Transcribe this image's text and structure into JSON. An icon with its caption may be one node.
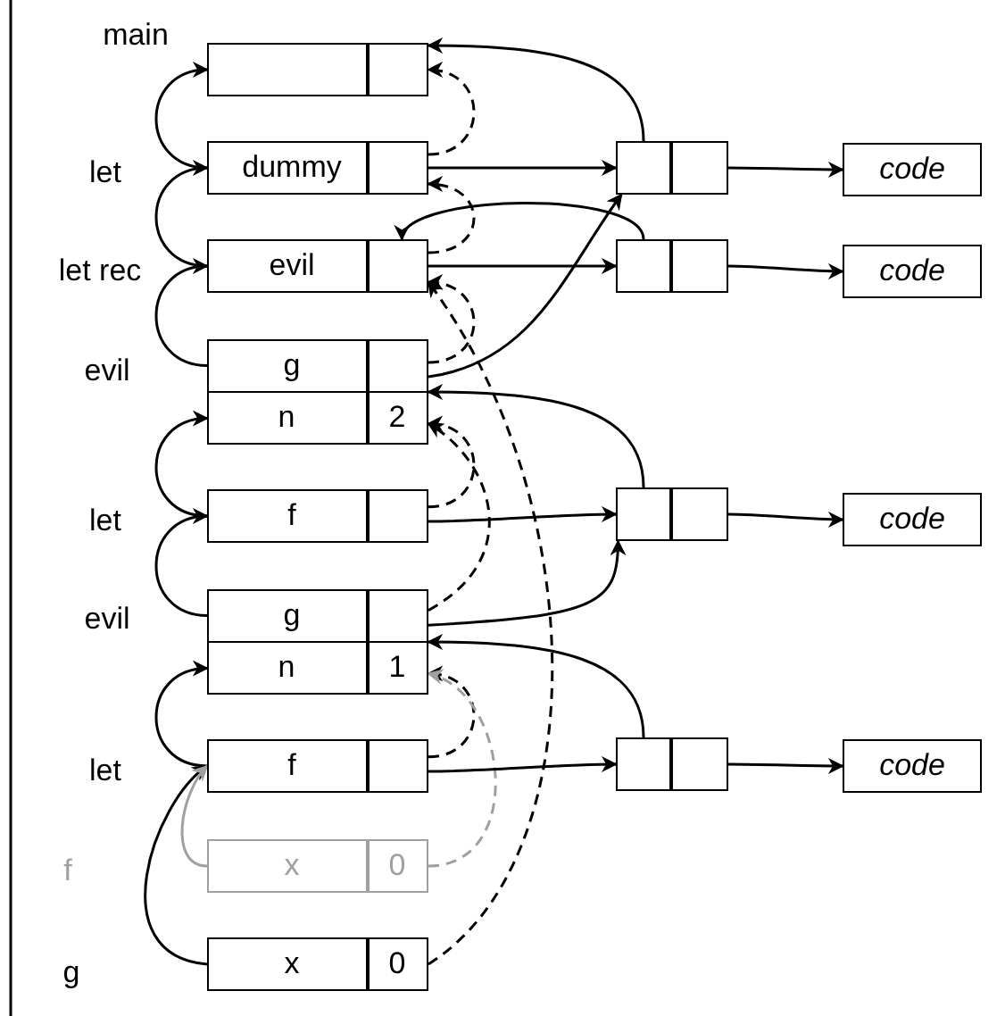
{
  "diagram": {
    "nodes": [
      {
        "text": [],
        "shape": "box",
        "beside": [
          "main"
        ]
      },
      {
        "text": [],
        "shape": "box",
        "in": 0
      },
      {
        "text": [],
        "shape": "box",
        "in": 0
      },
      {
        "text": [],
        "shape": "box",
        "beside": [
          "let"
        ]
      },
      {
        "text": [
          "dummy"
        ],
        "in": 3
      },
      {
        "text": [],
        "shape": "box",
        "in": 3
      },
      {
        "text": [],
        "shape": "box",
        "beside": [
          "let rec"
        ]
      },
      {
        "text": [
          "evil"
        ],
        "in": 6
      },
      {
        "text": [],
        "shape": "box",
        "in": 6
      },
      {
        "text": [],
        "shape": "box",
        "beside": [
          "evil"
        ]
      },
      {
        "text": [
          "g"
        ],
        "in": 9
      },
      {
        "text": [],
        "shape": "box",
        "in": 9
      },
      {
        "text": [
          "n"
        ],
        "in": 9
      },
      {
        "text": [
          "2"
        ],
        "in": 9
      },
      {
        "text": [],
        "shape": "box",
        "beside": [
          "let"
        ]
      },
      {
        "text": [
          "f"
        ],
        "in": 14
      },
      {
        "text": [],
        "shape": "box",
        "in": 14
      },
      {
        "text": [],
        "shape": "box",
        "beside": [
          "evil"
        ]
      },
      {
        "text": [
          "g"
        ],
        "in": 17
      },
      {
        "text": [],
        "shape": "box",
        "in": 17
      },
      {
        "text": [
          "n"
        ],
        "in": 17
      },
      {
        "text": [
          "1"
        ],
        "in": 17
      },
      {
        "text": [],
        "shape": "box",
        "beside": [
          "let"
        ]
      },
      {
        "text": [
          "f"
        ],
        "in": 22
      },
      {
        "text": [],
        "shape": "box",
        "in": 22
      },
      {
        "text": [],
        "shape": "box"
      },
      {
        "text": [
          "x"
        ],
        "in": 25
      },
      {
        "text": [
          "0"
        ],
        "in": 25
      },
      {
        "text": [],
        "shape": "box"
      },
      {
        "text": [
          "x"
        ],
        "in": 28
      },
      {
        "text": [
          "0"
        ],
        "in": 28
      },
      {
        "text": [],
        "shape": "box"
      },
      {
        "text": [],
        "shape": "box",
        "in": 31
      },
      {
        "text": [],
        "shape": "box",
        "in": 31
      },
      {
        "text": [
          "code"
        ]
      },
      {
        "text": [],
        "shape": "box"
      },
      {
        "text": [],
        "shape": "box",
        "in": 35
      },
      {
        "text": [],
        "shape": "box",
        "in": 35
      },
      {
        "text": [
          "code"
        ]
      },
      {
        "text": [],
        "shape": "box"
      },
      {
        "text": [],
        "shape": "box",
        "in": 39
      },
      {
        "text": [],
        "shape": "box",
        "in": 39
      },
      {
        "text": [
          "code"
        ]
      },
      {
        "text": [],
        "shape": "box"
      },
      {
        "text": [],
        "shape": "box",
        "in": 43
      },
      {
        "text": [],
        "shape": "box",
        "in": 43
      },
      {
        "text": [
          "code"
        ]
      }
    ],
    "edges": [
      {
        "from": 3,
        "to": 0,
        "arrow": "to"
      },
      {
        "from": 6,
        "to": 3,
        "arrow": "to"
      },
      {
        "from": 9,
        "to": 6,
        "arrow": "to"
      },
      {
        "from": 14,
        "to": 9,
        "arrow": "to"
      },
      {
        "from": 17,
        "to": 14,
        "arrow": "to"
      },
      {
        "from": 22,
        "to": 17,
        "arrow": "to"
      },
      {
        "from": 28,
        "to": 22,
        "arrow": "to"
      },
      {
        "from": 25,
        "to": 22,
        "arrow": "to",
        "color": "#a0a0a0"
      },
      {
        "from": 3,
        "to": 0,
        "arrow": "to",
        "style": "dashed"
      },
      {
        "from": 6,
        "to": 3,
        "arrow": "to",
        "style": "dashed"
      },
      {
        "from": 9,
        "to": 6,
        "arrow": "to",
        "style": "dashed"
      },
      {
        "from": 14,
        "to": 9,
        "arrow": "to",
        "style": "dashed"
      },
      {
        "from": 17,
        "to": 9,
        "arrow": "to",
        "style": "dashed"
      },
      {
        "from": 22,
        "to": 17,
        "arrow": "to",
        "style": "dashed"
      },
      {
        "from": 25,
        "to": 17,
        "arrow": "to",
        "style": "dashed",
        "color": "#a0a0a0"
      },
      {
        "from": 28,
        "to": 6,
        "arrow": "to",
        "style": "dashed"
      },
      {
        "from": 5,
        "to": 31,
        "arrow": "to"
      },
      {
        "from": 8,
        "to": 35,
        "arrow": "to"
      },
      {
        "from": 11,
        "to": 31,
        "arrow": "to"
      },
      {
        "from": 16,
        "to": 39,
        "arrow": "to"
      },
      {
        "from": 19,
        "to": 39,
        "arrow": "to"
      },
      {
        "from": 24,
        "to": 43,
        "arrow": "to"
      },
      {
        "from": 32,
        "to": 0,
        "arrow": "to"
      },
      {
        "from": 36,
        "to": 6,
        "arrow": "to"
      },
      {
        "from": 40,
        "to": 9,
        "arrow": "to"
      },
      {
        "from": 44,
        "to": 17,
        "arrow": "to"
      },
      {
        "from": 33,
        "to": 34,
        "arrow": "to"
      },
      {
        "from": 37,
        "to": 38,
        "arrow": "to"
      },
      {
        "from": 41,
        "to": 42,
        "arrow": "to"
      },
      {
        "from": 45,
        "to": 46,
        "arrow": "to"
      }
    ],
    "labels": [
      "f",
      "g"
    ]
  }
}
